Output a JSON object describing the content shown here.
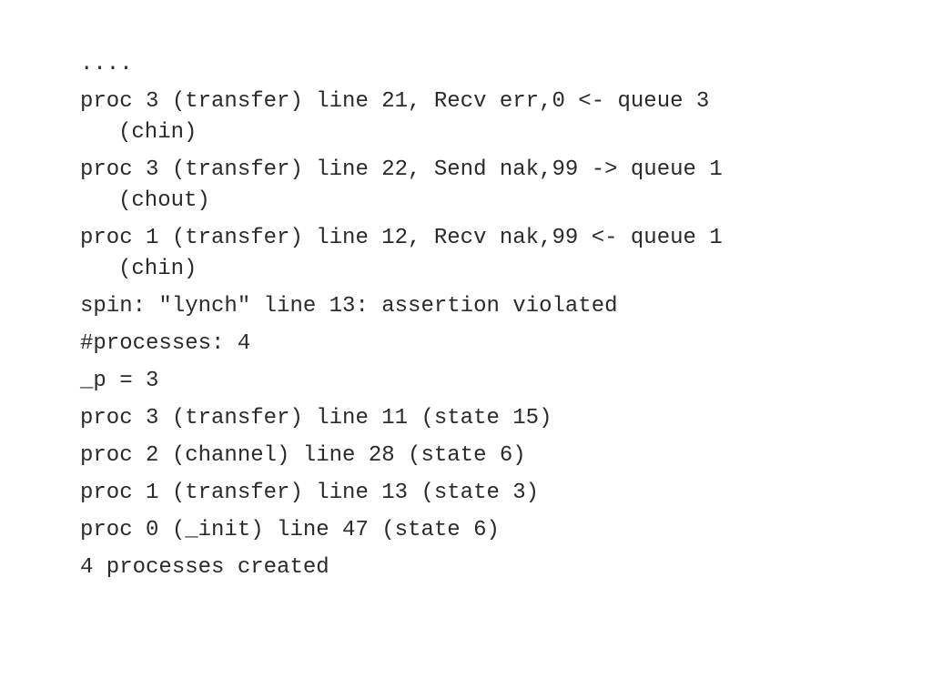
{
  "lines": [
    {
      "text": "...."
    },
    {
      "text": "proc 3 (transfer) line 21, Recv err,0 <- queue 3",
      "cont": "(chin)"
    },
    {
      "text": "proc 3 (transfer) line 22, Send nak,99 -> queue 1",
      "cont": "(chout)"
    },
    {
      "text": "proc 1 (transfer) line 12, Recv nak,99 <- queue 1",
      "cont": "(chin)"
    },
    {
      "text": "spin: \"lynch\" line 13: assertion violated"
    },
    {
      "text": "#processes: 4"
    },
    {
      "text": "_p = 3"
    },
    {
      "text": "proc 3 (transfer) line 11 (state 15)"
    },
    {
      "text": "proc 2 (channel) line 28 (state 6)"
    },
    {
      "text": "proc 1 (transfer) line 13 (state 3)"
    },
    {
      "text": "proc 0 (_init) line 47 (state 6)"
    },
    {
      "text": "4 processes created"
    }
  ]
}
